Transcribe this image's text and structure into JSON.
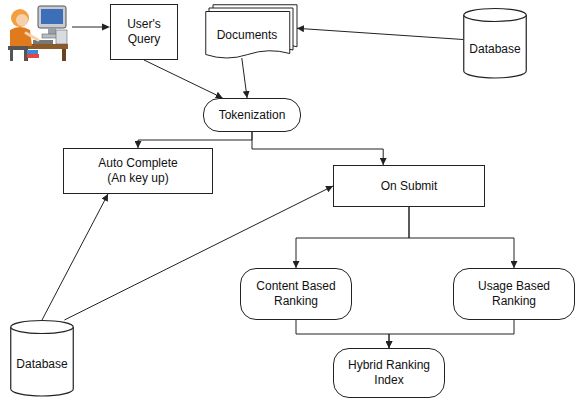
{
  "diagram": {
    "nodes": [
      {
        "text": [
          "User's Query"
        ]
      },
      {
        "text": [
          "Documents"
        ]
      },
      {
        "text": [
          "Database"
        ]
      },
      {
        "text": [
          "Tokenization"
        ]
      },
      {
        "text": [
          "Auto Complete (An key up)"
        ]
      },
      {
        "text": [
          "On Submit"
        ]
      },
      {
        "text": [
          "Database"
        ]
      },
      {
        "text": [
          "Content Based Ranking"
        ]
      },
      {
        "text": [
          "Usage Based Ranking"
        ]
      },
      {
        "text": [
          "Hybrid Ranking Index"
        ]
      }
    ],
    "edges": [
      {
        "from": 2,
        "to": 1,
        "arrow": "to"
      },
      {
        "from": 0,
        "to": 3,
        "arrow": "to"
      },
      {
        "from": 1,
        "to": 3,
        "arrow": "to"
      },
      {
        "from": 3,
        "to": 4,
        "arrow": "to"
      },
      {
        "from": 3,
        "to": 5,
        "arrow": "to"
      },
      {
        "from": 6,
        "to": 4,
        "arrow": "to"
      },
      {
        "from": 6,
        "to": 5,
        "arrow": "to"
      },
      {
        "from": 5,
        "to": 7,
        "arrow": "to"
      },
      {
        "from": 5,
        "to": 8,
        "arrow": "to"
      },
      {
        "from": 7,
        "to": 9,
        "arrow": "to"
      },
      {
        "from": 8,
        "to": 9,
        "arrow": "to"
      }
    ]
  }
}
